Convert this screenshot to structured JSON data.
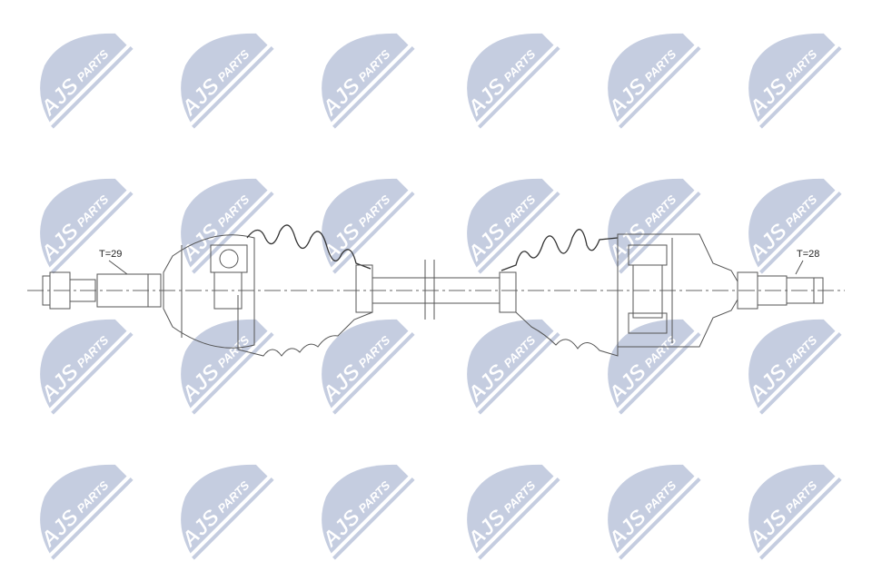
{
  "watermark": {
    "brand": "AJS",
    "sub": "PARTS",
    "color": "#c5cde0"
  },
  "drawing": {
    "left_label": "T=29",
    "right_label": "T=28"
  }
}
